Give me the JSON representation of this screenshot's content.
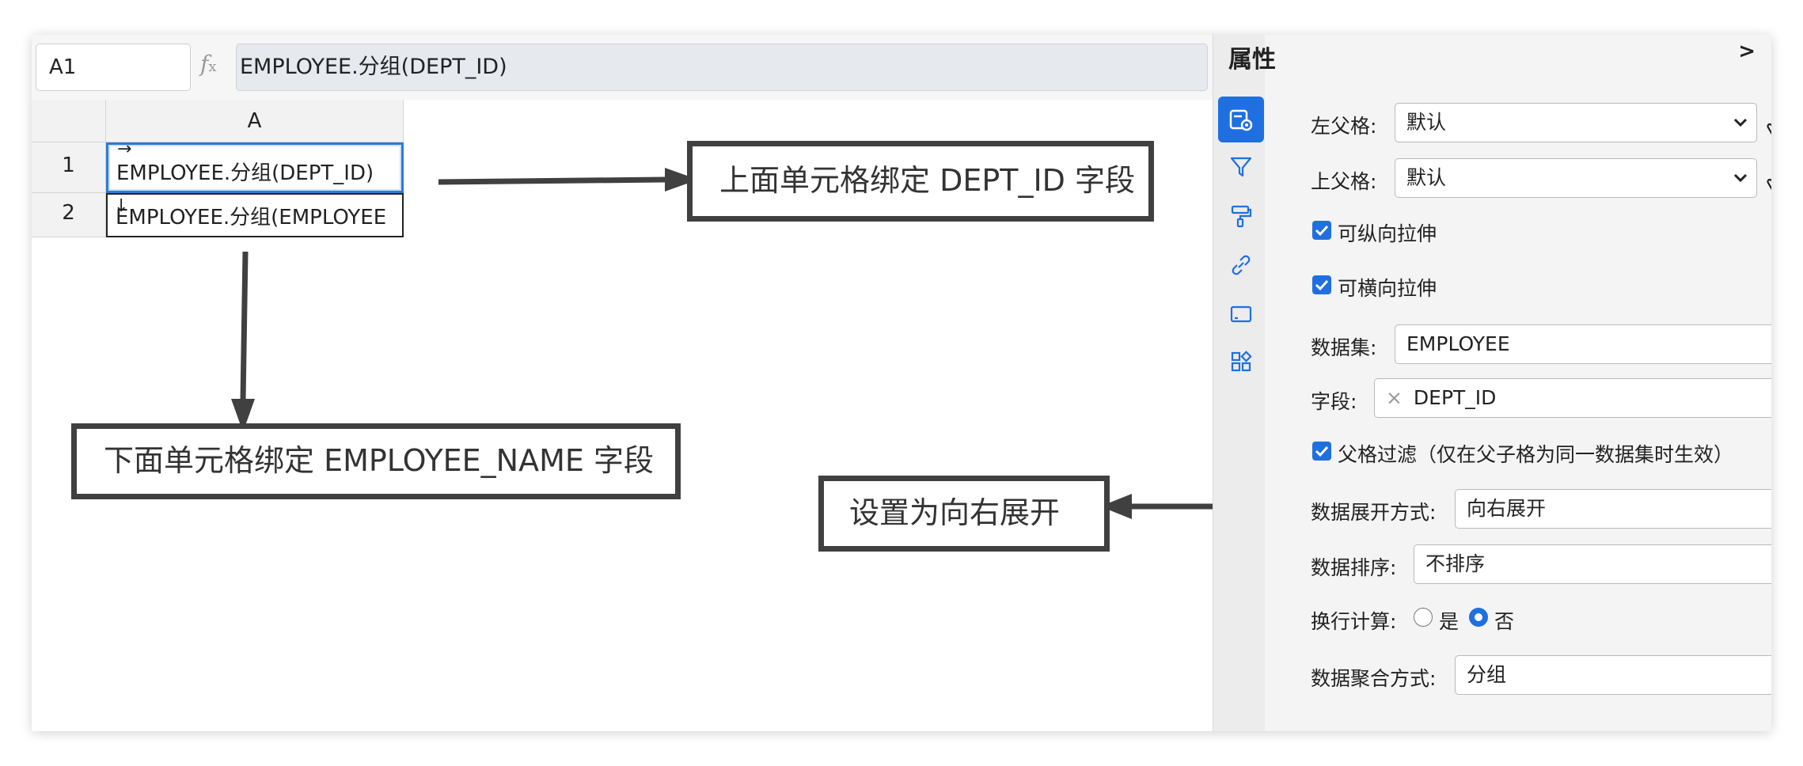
{
  "formula_bar": {
    "cell_ref": "A1",
    "formula": "EMPLOYEE.分组(DEPT_ID)"
  },
  "grid": {
    "column_header": "A",
    "row_headers": [
      "1",
      "2"
    ],
    "cells": [
      "EMPLOYEE.分组(DEPT_ID)",
      "EMPLOYEE.分组(EMPLOYEE"
    ],
    "expand_marks": [
      "→",
      "↓"
    ]
  },
  "annotations": {
    "top_cell": "上面单元格绑定 DEPT_ID 字段",
    "bottom_cell": "下面单元格绑定 EMPLOYEE_NAME 字段",
    "expand_right": "设置为向右展开"
  },
  "panel": {
    "title": "属性",
    "collapse": ">",
    "left_parent_label": "左父格:",
    "left_parent_value": "默认",
    "top_parent_label": "上父格:",
    "top_parent_value": "默认",
    "vertical_stretch": "可纵向拉伸",
    "horizontal_stretch": "可横向拉伸",
    "dataset_label": "数据集:",
    "dataset_value": "EMPLOYEE",
    "field_label": "字段:",
    "field_remove": "×",
    "field_value": "DEPT_ID",
    "parent_filter": "父格过滤（仅在父子格为同一数据集时生效）",
    "expand_label": "数据展开方式:",
    "expand_value": "向右展开",
    "sort_label": "数据排序:",
    "sort_value": "不排序",
    "wrap_label": "换行计算:",
    "wrap_yes": "是",
    "wrap_no": "否",
    "aggregate_label": "数据聚合方式:",
    "aggregate_value": "分组"
  },
  "colors": {
    "accent": "#1f6fe0",
    "annotation_border": "#404040"
  }
}
